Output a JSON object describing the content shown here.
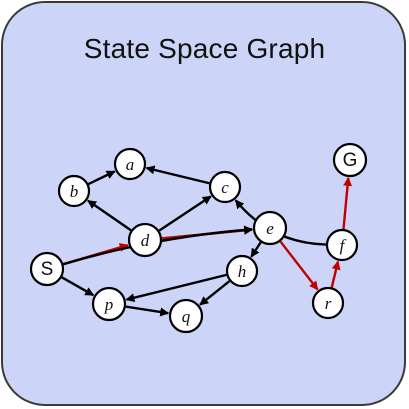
{
  "title": "State Space Graph",
  "colors": {
    "background": "#ccd5f8",
    "edge_default": "#000000",
    "edge_path": "#c00000"
  },
  "nodes": [
    {
      "id": "a",
      "label": "a"
    },
    {
      "id": "b",
      "label": "b"
    },
    {
      "id": "c",
      "label": "c"
    },
    {
      "id": "d",
      "label": "d"
    },
    {
      "id": "e",
      "label": "e"
    },
    {
      "id": "f",
      "label": "f"
    },
    {
      "id": "G",
      "label": "G"
    },
    {
      "id": "S",
      "label": "S"
    },
    {
      "id": "h",
      "label": "h"
    },
    {
      "id": "p",
      "label": "p"
    },
    {
      "id": "q",
      "label": "q"
    },
    {
      "id": "r",
      "label": "r"
    }
  ],
  "edges": [
    {
      "from": "b",
      "to": "a",
      "highlight": false
    },
    {
      "from": "d",
      "to": "b",
      "highlight": false
    },
    {
      "from": "d",
      "to": "c",
      "highlight": false
    },
    {
      "from": "c",
      "to": "a",
      "highlight": false
    },
    {
      "from": "f",
      "to": "c",
      "highlight": false
    },
    {
      "from": "S",
      "to": "d",
      "highlight": true
    },
    {
      "from": "d",
      "to": "e",
      "highlight": true
    },
    {
      "from": "S",
      "to": "e",
      "highlight": false
    },
    {
      "from": "S",
      "to": "p",
      "highlight": false
    },
    {
      "from": "e",
      "to": "h",
      "highlight": false
    },
    {
      "from": "h",
      "to": "p",
      "highlight": false
    },
    {
      "from": "h",
      "to": "q",
      "highlight": false
    },
    {
      "from": "p",
      "to": "q",
      "highlight": false
    },
    {
      "from": "e",
      "to": "r",
      "highlight": true
    },
    {
      "from": "r",
      "to": "f",
      "highlight": true
    },
    {
      "from": "f",
      "to": "G",
      "highlight": true
    }
  ]
}
